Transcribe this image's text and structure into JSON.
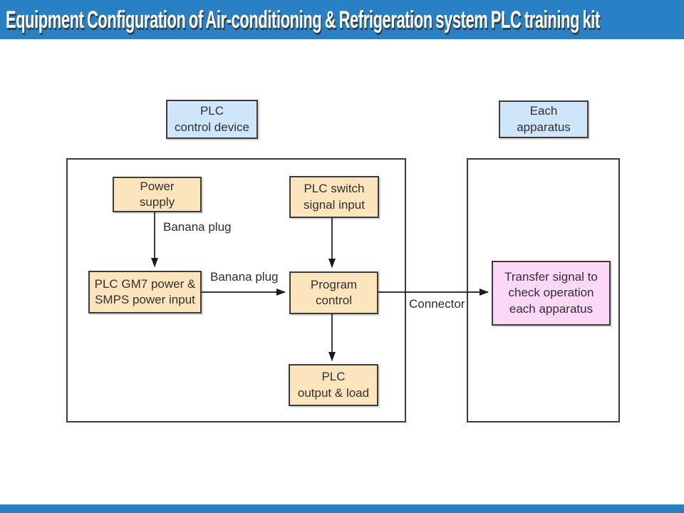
{
  "header": {
    "title": "Equipment Configuration of Air-conditioning & Refrigeration system PLC training kit"
  },
  "diagram": {
    "group_labels": {
      "plc_control_device": "PLC\ncontrol device",
      "each_apparatus": "Each\napparatus"
    },
    "nodes": {
      "power_supply": "Power\nsupply",
      "plc_switch_signal_input": "PLC switch\nsignal input",
      "plc_gm7_smps": "PLC GM7 power &\nSMPS power input",
      "program_control": "Program\ncontrol",
      "plc_output_load": "PLC\noutput & load",
      "transfer_signal": "Transfer signal to\ncheck operation\neach apparatus"
    },
    "edge_labels": {
      "banana_plug_top": "Banana plug",
      "banana_plug_mid": "Banana plug",
      "connector": "Connector"
    }
  },
  "colors": {
    "bar_blue": "#2980c4",
    "box_blue": "#cfe5f9",
    "box_tan": "#fce5bd",
    "box_pink": "#fbd7f8",
    "border_dark": "#3b3b3b",
    "title_text": "#ffffff"
  }
}
